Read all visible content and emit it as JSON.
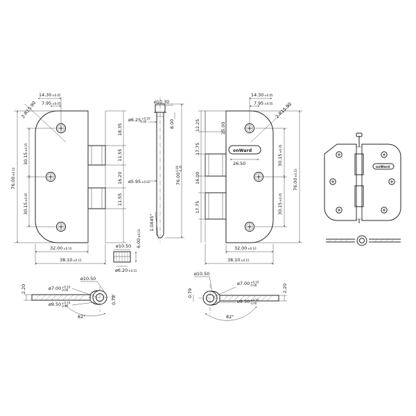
{
  "brand": "onWard",
  "front_view": {
    "dims": {
      "d1430": "14.30",
      "tol1430": "±0.05",
      "d795": "7.95",
      "tol795": "±0.05",
      "radius": "2-R15.90",
      "h7600": "76.00",
      "tol7600": "±0.10",
      "d3015a": "30.15",
      "tol3015a": "±0.05",
      "d3015b": "30.15",
      "tol3015b": "±0.05",
      "k1835": "18.35",
      "k1155a": "11.55",
      "k1620": "16.20",
      "k1155b": "11.55",
      "w3200": "32.00",
      "tol3200": "±0.10",
      "w3810": "38.10",
      "tol3810": "±0.15"
    }
  },
  "pin_view": {
    "dims": {
      "d1030": "ø10.30",
      "d625": "ø6.25",
      "tol625_up": "+0.10",
      "tol625_dn": "0.00",
      "h800": "8.00",
      "d595": "ø5.95",
      "tol595": "±0.02",
      "h7600": "76.00",
      "tol7600_up": "0.00",
      "tol7600_dn": "-0.35",
      "chamfer": "1.0X45°",
      "d1050": "ø10.50",
      "h600": "6.00",
      "tol600": "±0.03",
      "d620": "ø6.20",
      "tol620": "±0.15"
    }
  },
  "back_view": {
    "dims": {
      "d1430": "14.30",
      "tol1430": "±0.05",
      "d795": "7.95",
      "tol795": "±0.05",
      "radius": "2-R15.90",
      "k1225": "12.25",
      "k1775a": "17.75",
      "k1600": "16.00",
      "k1775b": "17.75",
      "h2500": "25.00",
      "w2650": "26.50",
      "d3015a": "30.15",
      "tol3015a": "±0.05",
      "d3015b": "30.15",
      "tol3015b": "±0.05",
      "h7600": "76.00",
      "tol7600": "±0.10",
      "w3200": "32.00",
      "tol3200": "±0.10",
      "w3810": "38.10",
      "tol3810": "±0.15"
    }
  },
  "section_left": {
    "dims": {
      "t220": "2.20",
      "d700": "ø7.00",
      "tol700_up": "+0.10",
      "tol700_dn": "0.00",
      "d1050": "ø10.50",
      "d950": "ø9.50",
      "tol950_up": "+0.10",
      "tol950_dn": "0.00",
      "angle": "82°",
      "t078": "0.78"
    }
  },
  "section_right": {
    "dims": {
      "d1050": "ø10.50",
      "d700": "ø7.00",
      "tol700_up": "+0.10",
      "tol700_dn": "0.00",
      "t220": "2.20",
      "t079": "0.79",
      "d950": "ø9.50",
      "tol950_up": "+0.10",
      "tol950_dn": "0.00",
      "angle": "82°"
    }
  }
}
